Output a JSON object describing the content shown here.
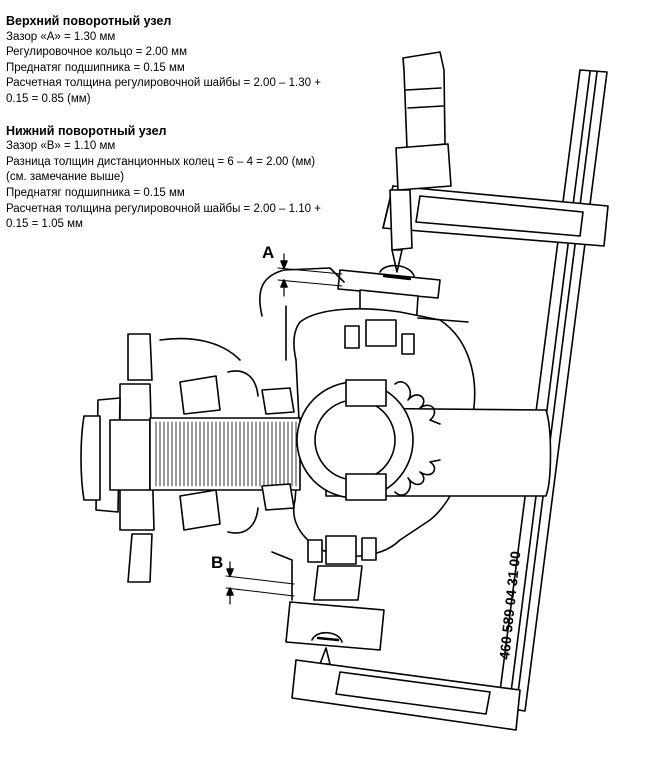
{
  "upper": {
    "title": "Верхний поворотный узел",
    "lines": [
      "Зазор «А» = 1.30 мм",
      "Регулировочное кольцо = 2.00 мм",
      "Преднатяг подшипника = 0.15 мм",
      "Расчетная толщина регулировочной шайбы = 2.00 – 1.30 +",
      "0.15 = 0.85 (мм)"
    ]
  },
  "lower": {
    "title": "Нижний поворотный узел",
    "lines": [
      "Зазор «В» = 1.10 мм",
      "Разница толщин дистанционных колец = 6 – 4 = 2.00 (мм)",
      "(см. замечание выше)",
      "Преднатяг подшипника = 0.15 мм",
      "Расчетная толщина регулировочной шайбы = 2.00 – 1.10 +",
      "0.15 = 1.05 мм"
    ]
  },
  "drawing": {
    "label_a": "A",
    "label_b": "B",
    "part_number": "460 589 04 31 00"
  }
}
